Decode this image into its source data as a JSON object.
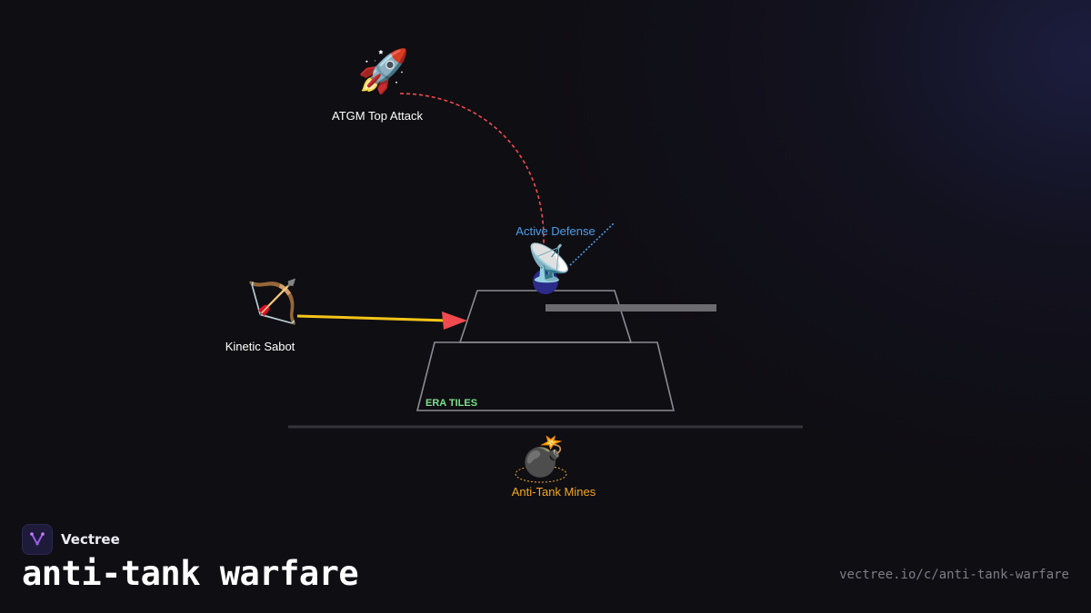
{
  "diagram": {
    "nodes": {
      "atgm": {
        "label": "ATGM Top Attack",
        "icon": "rocket-icon",
        "glyph": "🚀"
      },
      "active_defense": {
        "label": "Active Defense",
        "icon": "satellite-dish-icon",
        "glyph": "📡"
      },
      "kinetic": {
        "label": "Kinetic Sabot",
        "icon": "bow-and-arrow-icon",
        "glyph": "🏹"
      },
      "mines": {
        "label": "Anti-Tank Mines",
        "icon": "bomb-icon",
        "glyph": "💣"
      }
    },
    "tank": {
      "era_label": "ERA TILES"
    },
    "colors": {
      "atgm_path": "#f04a4f",
      "active_defense": "#4a9eea",
      "kinetic_arrow": "#f5c518",
      "kinetic_arrowhead": "#f04a4f",
      "era": "#7de08a",
      "mines": "#f5a623",
      "tank_outline": "#8b8b92"
    }
  },
  "footer": {
    "brand": "Vectree",
    "title": "anti-tank warfare",
    "url": "vectree.io/c/anti-tank-warfare"
  }
}
